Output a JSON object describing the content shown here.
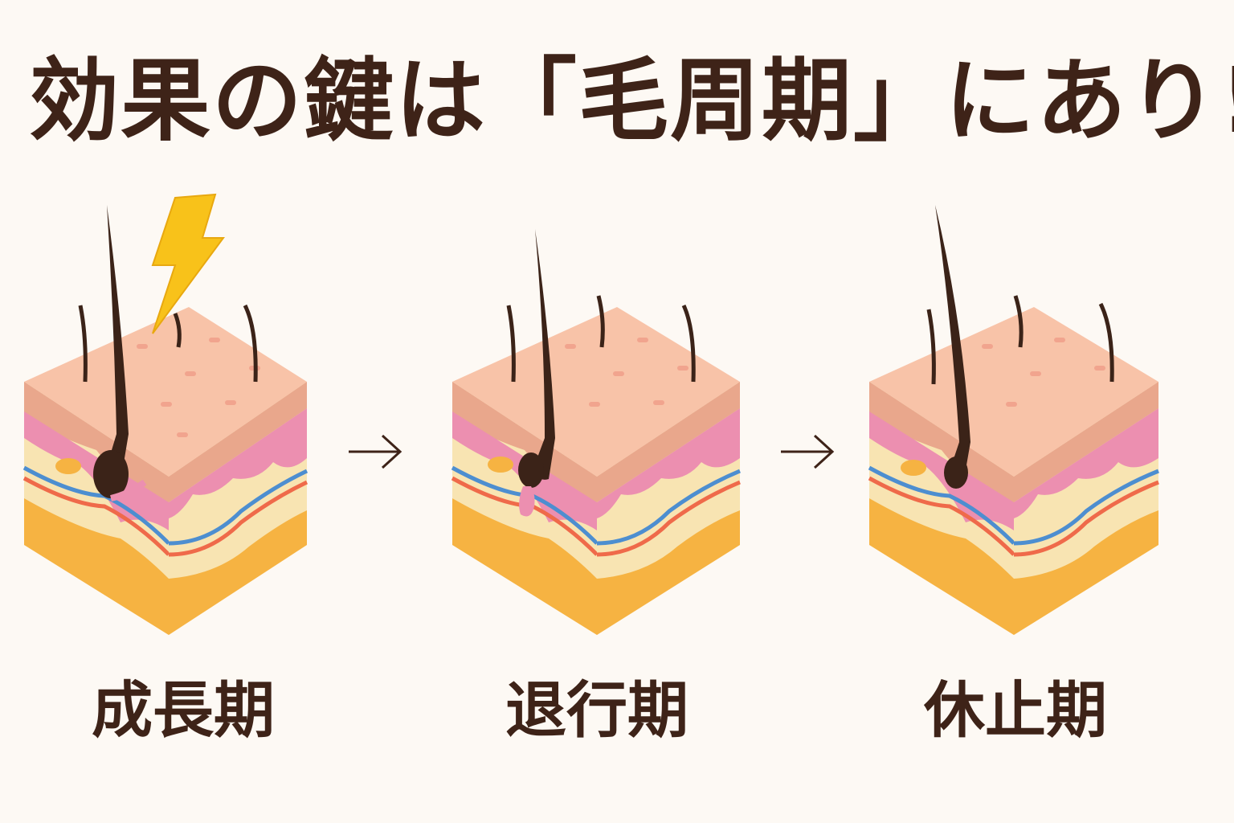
{
  "title": "効果の鍵は「毛周期」にあり!",
  "stages": [
    {
      "label": "成長期",
      "icon": "lightning-icon"
    },
    {
      "label": "退行期"
    },
    {
      "label": "休止期"
    }
  ],
  "colors": {
    "background": "#fdf9f4",
    "text": "#3e2318",
    "skin_top": "#f8c3a8",
    "epidermis": "#e9a78c",
    "dermis_pink": "#ec8fb0",
    "dermis_cream": "#f7e3ae",
    "fat": "#f6b342",
    "hair": "#3b2318",
    "lightning": "#f8c21a"
  }
}
